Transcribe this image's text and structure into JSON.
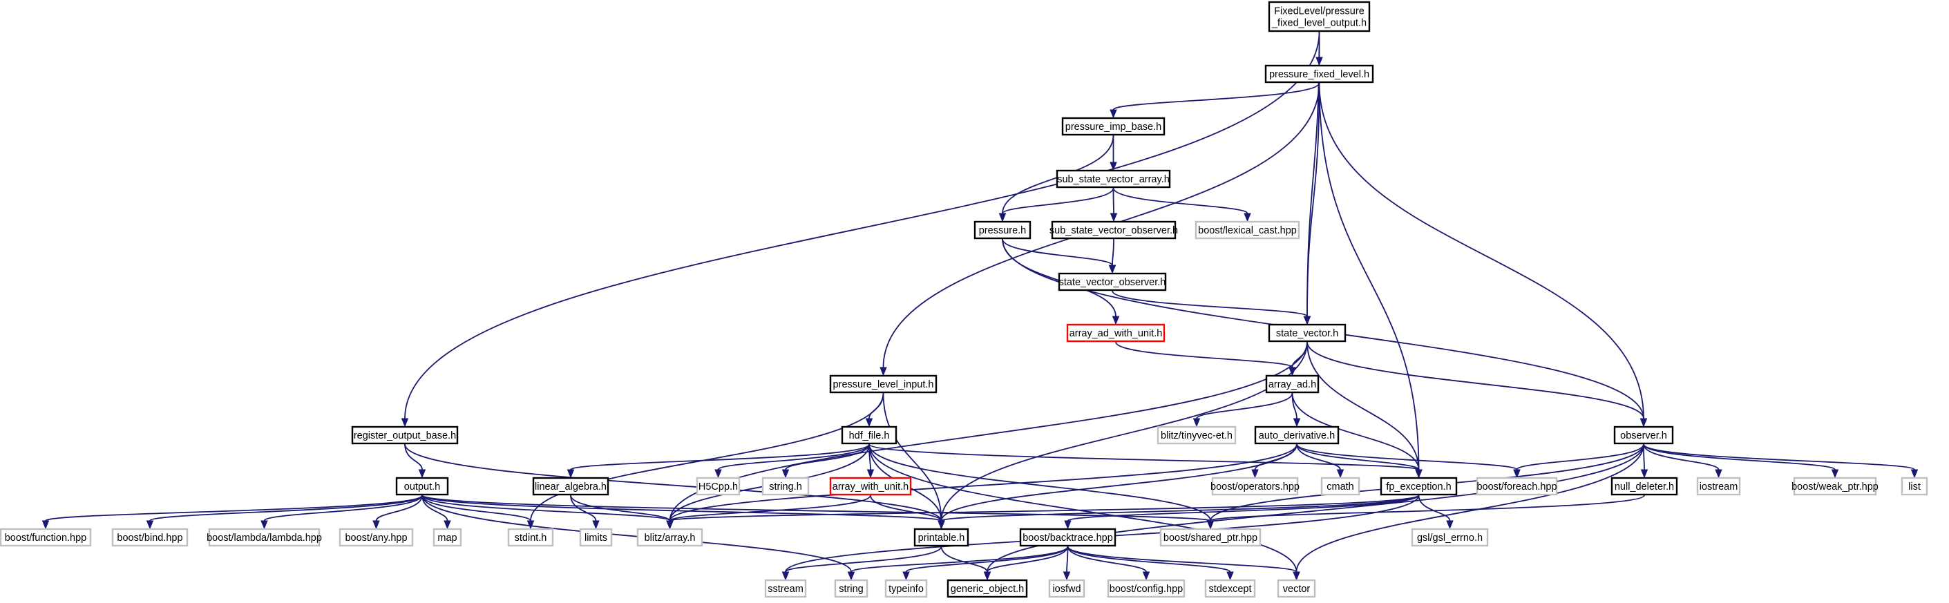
{
  "diagram": {
    "edge_color": "#191970",
    "border_colors": {
      "normal": "#000000",
      "external": "#bfbfbf",
      "truncated": "#ff0000",
      "root_fill": "#bfbfbf"
    },
    "nodes": [
      {
        "id": "root",
        "label": [
          "FixedLevel/pressure",
          "_fixed_level_output.h"
        ],
        "kind": "root"
      },
      {
        "id": "pfl",
        "label": [
          "pressure_fixed_level.h"
        ],
        "kind": "normal"
      },
      {
        "id": "pib",
        "label": [
          "pressure_imp_base.h"
        ],
        "kind": "normal"
      },
      {
        "id": "ssva",
        "label": [
          "sub_state_vector_array.h"
        ],
        "kind": "normal"
      },
      {
        "id": "press",
        "label": [
          "pressure.h"
        ],
        "kind": "normal"
      },
      {
        "id": "ssvo",
        "label": [
          "sub_state_vector_observer.h"
        ],
        "kind": "normal"
      },
      {
        "id": "blc",
        "label": [
          "boost/lexical_cast.hpp"
        ],
        "kind": "external"
      },
      {
        "id": "svo",
        "label": [
          "state_vector_observer.h"
        ],
        "kind": "normal"
      },
      {
        "id": "aawu",
        "label": [
          "array_ad_with_unit.h"
        ],
        "kind": "truncated"
      },
      {
        "id": "sv",
        "label": [
          "state_vector.h"
        ],
        "kind": "normal"
      },
      {
        "id": "aad",
        "label": [
          "array_ad.h"
        ],
        "kind": "normal"
      },
      {
        "id": "tve",
        "label": [
          "blitz/tinyvec-et.h"
        ],
        "kind": "external"
      },
      {
        "id": "ad",
        "label": [
          "auto_derivative.h"
        ],
        "kind": "normal"
      },
      {
        "id": "pli",
        "label": [
          "pressure_level_input.h"
        ],
        "kind": "normal"
      },
      {
        "id": "hdf",
        "label": [
          "hdf_file.h"
        ],
        "kind": "normal"
      },
      {
        "id": "rob",
        "label": [
          "register_output_base.h"
        ],
        "kind": "normal"
      },
      {
        "id": "out",
        "label": [
          "output.h"
        ],
        "kind": "normal"
      },
      {
        "id": "la",
        "label": [
          "linear_algebra.h"
        ],
        "kind": "normal"
      },
      {
        "id": "h5",
        "label": [
          "H5Cpp.h"
        ],
        "kind": "external"
      },
      {
        "id": "str",
        "label": [
          "string.h"
        ],
        "kind": "external"
      },
      {
        "id": "awu",
        "label": [
          "array_with_unit.h"
        ],
        "kind": "truncated"
      },
      {
        "id": "bop",
        "label": [
          "boost/operators.hpp"
        ],
        "kind": "external"
      },
      {
        "id": "cmath",
        "label": [
          "cmath"
        ],
        "kind": "external"
      },
      {
        "id": "fpe",
        "label": [
          "fp_exception.h"
        ],
        "kind": "normal"
      },
      {
        "id": "bfe",
        "label": [
          "boost/foreach.hpp"
        ],
        "kind": "external"
      },
      {
        "id": "obs",
        "label": [
          "observer.h"
        ],
        "kind": "normal"
      },
      {
        "id": "nd",
        "label": [
          "null_deleter.h"
        ],
        "kind": "normal"
      },
      {
        "id": "ios",
        "label": [
          "iostream"
        ],
        "kind": "external"
      },
      {
        "id": "bwp",
        "label": [
          "boost/weak_ptr.hpp"
        ],
        "kind": "external"
      },
      {
        "id": "list",
        "label": [
          "list"
        ],
        "kind": "external"
      },
      {
        "id": "bfn",
        "label": [
          "boost/function.hpp"
        ],
        "kind": "external"
      },
      {
        "id": "bbind",
        "label": [
          "boost/bind.hpp"
        ],
        "kind": "external"
      },
      {
        "id": "blam",
        "label": [
          "boost/lambda/lambda.hpp"
        ],
        "kind": "external"
      },
      {
        "id": "bany",
        "label": [
          "boost/any.hpp"
        ],
        "kind": "external"
      },
      {
        "id": "map",
        "label": [
          "map"
        ],
        "kind": "external"
      },
      {
        "id": "stdint",
        "label": [
          "stdint.h"
        ],
        "kind": "external"
      },
      {
        "id": "limits",
        "label": [
          "limits"
        ],
        "kind": "external"
      },
      {
        "id": "blitz",
        "label": [
          "blitz/array.h"
        ],
        "kind": "external"
      },
      {
        "id": "print",
        "label": [
          "printable.h"
        ],
        "kind": "normal"
      },
      {
        "id": "bbt",
        "label": [
          "boost/backtrace.hpp"
        ],
        "kind": "normal"
      },
      {
        "id": "bsp",
        "label": [
          "boost/shared_ptr.hpp"
        ],
        "kind": "external"
      },
      {
        "id": "gsl",
        "label": [
          "gsl/gsl_errno.h"
        ],
        "kind": "external"
      },
      {
        "id": "sstream",
        "label": [
          "sstream"
        ],
        "kind": "external"
      },
      {
        "id": "string",
        "label": [
          "string"
        ],
        "kind": "external"
      },
      {
        "id": "typeinfo",
        "label": [
          "typeinfo"
        ],
        "kind": "external"
      },
      {
        "id": "go",
        "label": [
          "generic_object.h"
        ],
        "kind": "normal"
      },
      {
        "id": "iosfwd",
        "label": [
          "iosfwd"
        ],
        "kind": "external"
      },
      {
        "id": "bcfg",
        "label": [
          "boost/config.hpp"
        ],
        "kind": "external"
      },
      {
        "id": "stdexc",
        "label": [
          "stdexcept"
        ],
        "kind": "external"
      },
      {
        "id": "vector",
        "label": [
          "vector"
        ],
        "kind": "external"
      }
    ],
    "edges": [
      [
        "root",
        "pfl"
      ],
      [
        "root",
        "rob"
      ],
      [
        "root",
        "sv"
      ],
      [
        "pfl",
        "pib"
      ],
      [
        "pfl",
        "pli"
      ],
      [
        "pfl",
        "sv"
      ],
      [
        "pfl",
        "fpe"
      ],
      [
        "pfl",
        "obs"
      ],
      [
        "pib",
        "ssva"
      ],
      [
        "pib",
        "press"
      ],
      [
        "ssva",
        "press"
      ],
      [
        "ssva",
        "ssvo"
      ],
      [
        "ssva",
        "blc"
      ],
      [
        "press",
        "svo"
      ],
      [
        "press",
        "aawu"
      ],
      [
        "press",
        "obs"
      ],
      [
        "ssvo",
        "svo"
      ],
      [
        "svo",
        "sv"
      ],
      [
        "aawu",
        "aad"
      ],
      [
        "sv",
        "aad"
      ],
      [
        "sv",
        "obs"
      ],
      [
        "sv",
        "fpe"
      ],
      [
        "sv",
        "blitz"
      ],
      [
        "sv",
        "print"
      ],
      [
        "aad",
        "tve"
      ],
      [
        "aad",
        "ad"
      ],
      [
        "aad",
        "fpe"
      ],
      [
        "ad",
        "bop"
      ],
      [
        "ad",
        "cmath"
      ],
      [
        "ad",
        "fpe"
      ],
      [
        "ad",
        "bfe"
      ],
      [
        "ad",
        "blitz"
      ],
      [
        "ad",
        "print"
      ],
      [
        "pli",
        "hdf"
      ],
      [
        "pli",
        "print"
      ],
      [
        "pli",
        "stdint"
      ],
      [
        "hdf",
        "la"
      ],
      [
        "hdf",
        "h5"
      ],
      [
        "hdf",
        "str"
      ],
      [
        "hdf",
        "awu"
      ],
      [
        "hdf",
        "fpe"
      ],
      [
        "hdf",
        "blitz"
      ],
      [
        "hdf",
        "print"
      ],
      [
        "hdf",
        "bsp"
      ],
      [
        "hdf",
        "vector"
      ],
      [
        "rob",
        "out"
      ],
      [
        "rob",
        "print"
      ],
      [
        "out",
        "bfn"
      ],
      [
        "out",
        "bbind"
      ],
      [
        "out",
        "blam"
      ],
      [
        "out",
        "bany"
      ],
      [
        "out",
        "map"
      ],
      [
        "out",
        "stdint"
      ],
      [
        "out",
        "blitz"
      ],
      [
        "out",
        "print"
      ],
      [
        "out",
        "bsp"
      ],
      [
        "out",
        "string"
      ],
      [
        "la",
        "limits"
      ],
      [
        "la",
        "blitz"
      ],
      [
        "awu",
        "blitz"
      ],
      [
        "awu",
        "print"
      ],
      [
        "fpe",
        "bbt"
      ],
      [
        "fpe",
        "gsl"
      ],
      [
        "fpe",
        "print"
      ],
      [
        "fpe",
        "blitz"
      ],
      [
        "fpe",
        "sstream"
      ],
      [
        "obs",
        "bfe"
      ],
      [
        "obs",
        "nd"
      ],
      [
        "obs",
        "ios"
      ],
      [
        "obs",
        "bwp"
      ],
      [
        "obs",
        "list"
      ],
      [
        "obs",
        "bsp"
      ],
      [
        "obs",
        "go"
      ],
      [
        "obs",
        "vector"
      ],
      [
        "nd",
        "bsp"
      ],
      [
        "print",
        "sstream"
      ],
      [
        "print",
        "go"
      ],
      [
        "bbt",
        "string"
      ],
      [
        "bbt",
        "typeinfo"
      ],
      [
        "bbt",
        "go"
      ],
      [
        "bbt",
        "iosfwd"
      ],
      [
        "bbt",
        "bcfg"
      ],
      [
        "bbt",
        "stdexc"
      ],
      [
        "bbt",
        "vector"
      ]
    ]
  }
}
